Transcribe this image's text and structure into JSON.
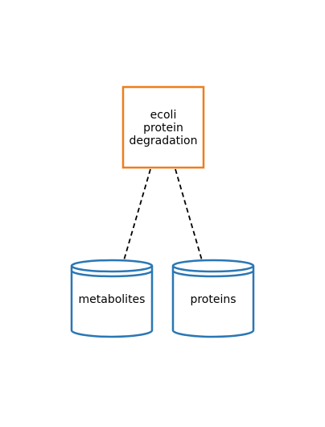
{
  "diagram": {
    "process": {
      "lines": [
        "ecoli",
        "protein",
        "degradation"
      ],
      "border_color": "#ee7f1a"
    },
    "stores": [
      {
        "label": "metabolites",
        "border_color": "#2a77b4"
      },
      {
        "label": "proteins",
        "border_color": "#2a77b4"
      }
    ],
    "edges": [
      {
        "from": "process",
        "to": "metabolites",
        "style": "dashed"
      },
      {
        "from": "process",
        "to": "proteins",
        "style": "dashed"
      }
    ]
  }
}
